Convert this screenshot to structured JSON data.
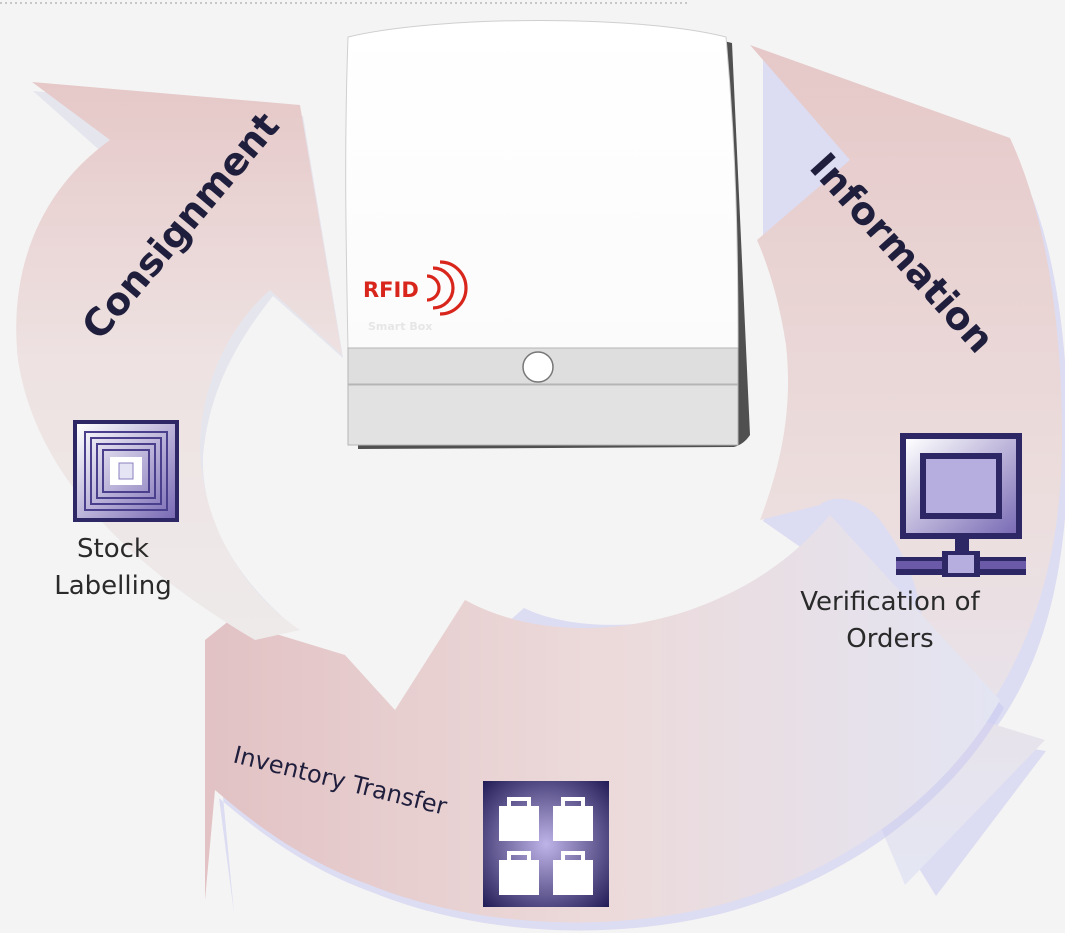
{
  "cycle": {
    "labels": {
      "consignment": "Consignment",
      "information": "Information",
      "inventory_transfer": "Inventory Transfer"
    },
    "items": {
      "stock_labelling": [
        "Stock",
        "Labelling"
      ],
      "verification": [
        "Verification of",
        "Orders"
      ]
    }
  },
  "device": {
    "brand": "RFID",
    "subtitle": "Smart Box"
  },
  "icons": {
    "stock_labelling": "rfid-tag-icon",
    "verification": "networked-computer-icon",
    "inventory_transfer": "shopping-bags-icon"
  },
  "colors": {
    "arrow": "#e6cccc",
    "arrow_shadow": "#b0b0e8",
    "label_text": "#1f1f3d",
    "icon_fill": "#6b5aa8",
    "icon_dark": "#1d1a4a",
    "brand_red": "#d9261c"
  }
}
